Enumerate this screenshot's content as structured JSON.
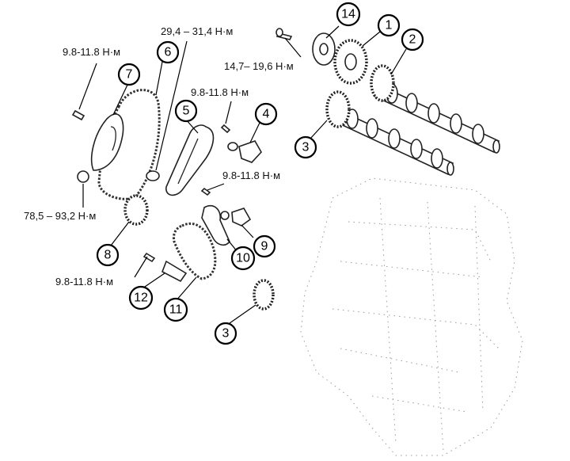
{
  "torque_labels": {
    "t1": "9.8-11.8 Н·м",
    "t2": "29,4 – 31,4 Н·м",
    "t3": "14,7– 19,6 Н·м",
    "t4": "9.8-11.8 Н·м",
    "t5": "9.8-11.8 Н·м",
    "t6": "78,5 – 93,2 Н·м",
    "t7": "9.8-11.8 Н·м"
  },
  "callouts": {
    "c1": "1",
    "c2": "2",
    "c3a": "3",
    "c3b": "3",
    "c4": "4",
    "c5": "5",
    "c6": "6",
    "c7": "7",
    "c8": "8",
    "c9": "9",
    "c10": "10",
    "c11": "11",
    "c12": "12",
    "c14": "14"
  }
}
